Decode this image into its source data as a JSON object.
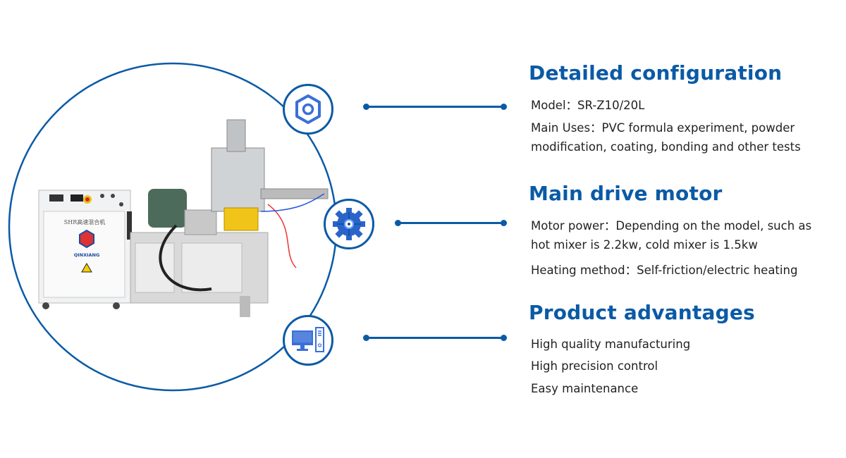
{
  "sections": [
    {
      "title": "Detailed configuration",
      "lines": [
        "Model：SR-Z10/20L",
        "Main Uses：PVC formula experiment, powder",
        "modification, coating, bonding and other tests"
      ],
      "icon": "hex-nut-icon"
    },
    {
      "title": "Main drive motor",
      "lines": [
        "Motor power：Depending on the model, such as",
        "hot mixer is 2.2kw, cold mixer is 1.5kw",
        "Heating method：Self-friction/electric heating"
      ],
      "icon": "puzzle-gear-icon"
    },
    {
      "title": "Product advantages",
      "lines": [
        "High quality manufacturing",
        "High precision control",
        "Easy maintenance"
      ],
      "icon": "desktop-computer-icon"
    }
  ],
  "machine": {
    "panel_title": "SHR高速混合机",
    "brand": "QINXIANG"
  },
  "colors": {
    "accent": "#0a5aa6",
    "icon_blue": "#3a6fd8"
  }
}
